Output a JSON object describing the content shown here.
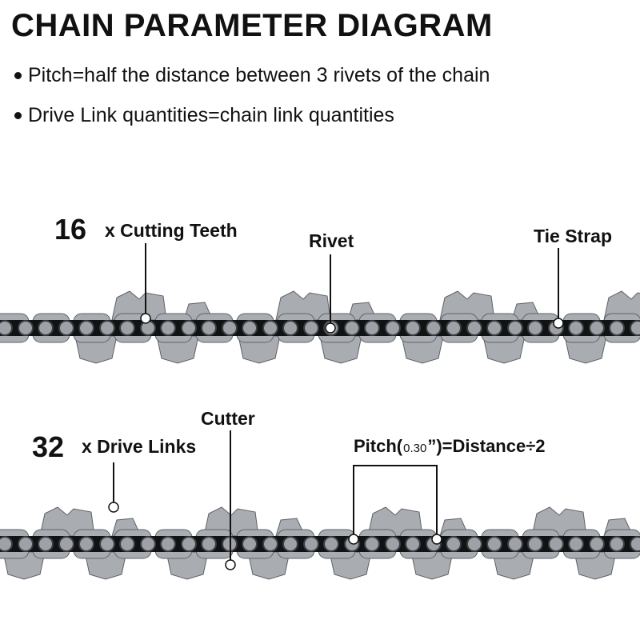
{
  "title": "CHAIN PARAMETER DIAGRAM",
  "bullets": [
    "Pitch=half the distance between 3 rivets of the chain",
    "Drive Link quantities=chain link quantities"
  ],
  "labels": {
    "cutting_teeth_count": "16",
    "cutting_teeth": "x Cutting Teeth",
    "rivet": "Rivet",
    "tie_strap": "Tie Strap",
    "cutter": "Cutter",
    "drive_links_count": "32",
    "drive_links": "x Drive Links",
    "pitch_prefix": "Pitch(",
    "pitch_value": "0.30",
    "pitch_suffix": "”)=Distance÷2"
  },
  "colors": {
    "steel": "#a9adb2",
    "steel_dark": "#5e6268",
    "band": "#101214",
    "rivet": "#9ea2a7",
    "marker": "#ffffff",
    "leader": "#111111"
  }
}
